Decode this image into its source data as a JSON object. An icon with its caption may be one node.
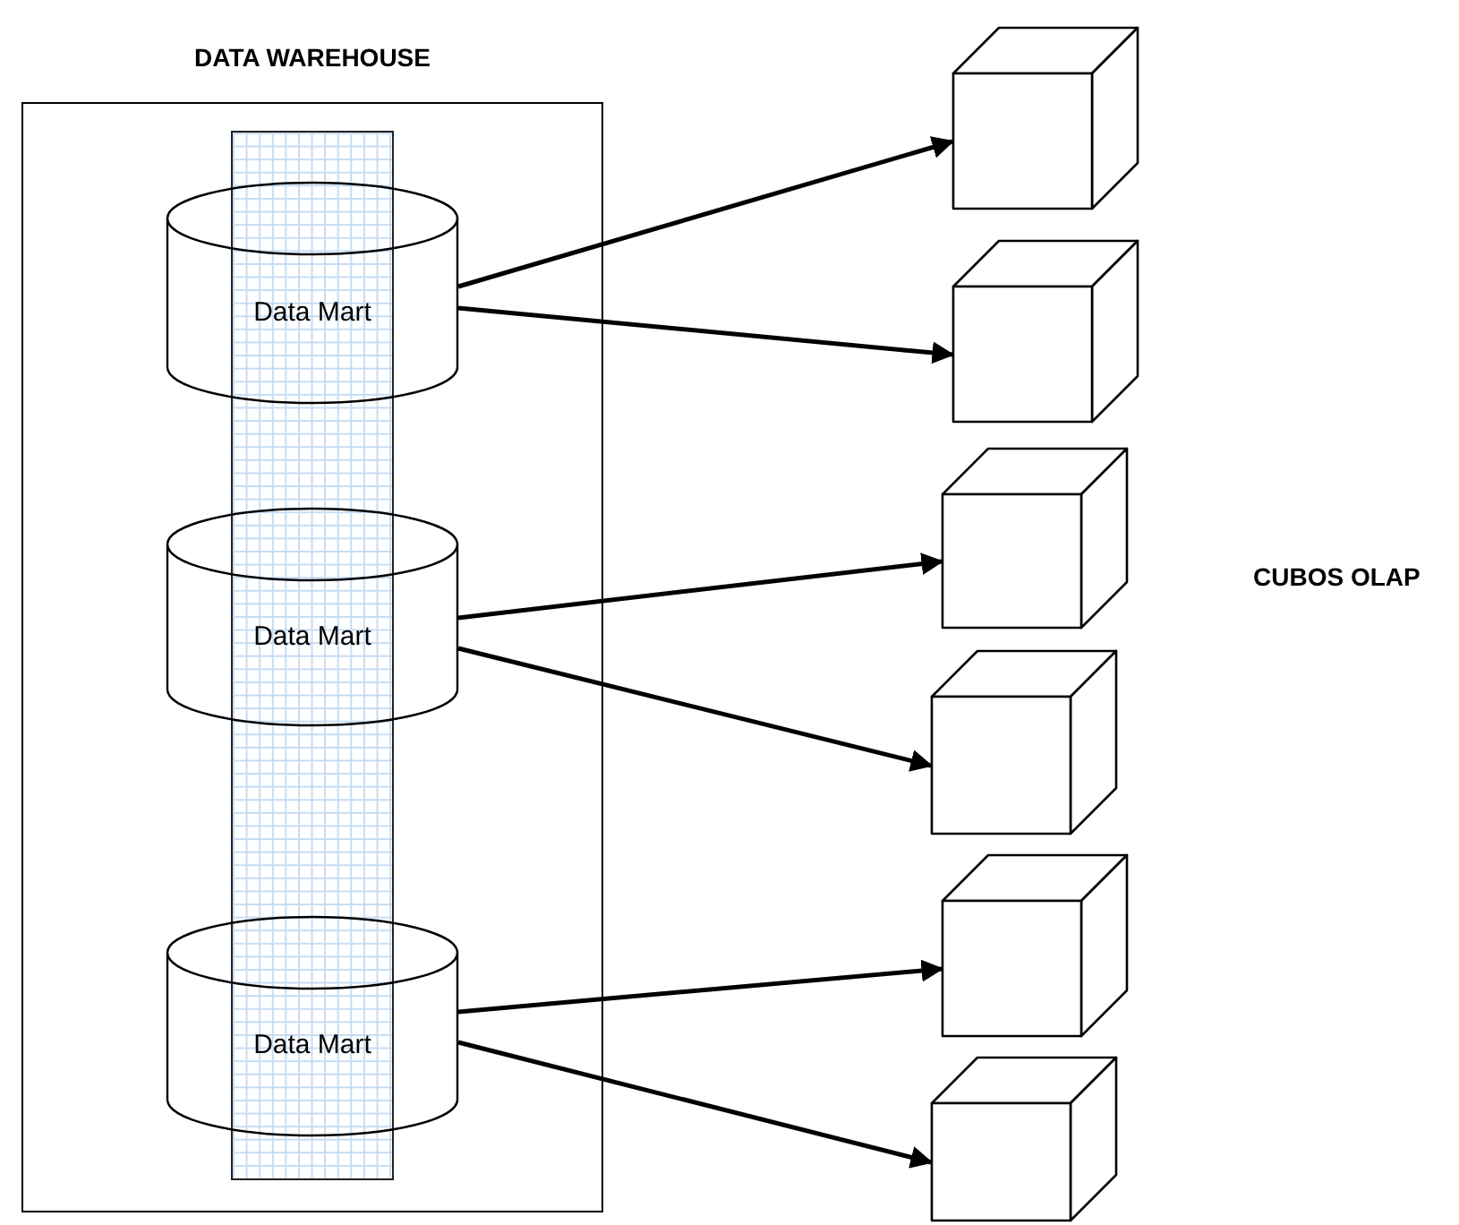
{
  "diagram": {
    "nodes": [
      {
        "text": [
          "DATA WAREHOUSE"
        ]
      },
      {
        "text": [],
        "shape": "bar",
        "in": 0
      },
      {
        "text": [
          "Data Mart"
        ],
        "in": 0
      },
      {
        "text": [
          "Data Mart"
        ],
        "in": 0
      },
      {
        "text": [
          "Data Mart"
        ],
        "in": 0
      },
      {
        "text": [],
        "shape": "cube"
      },
      {
        "text": [],
        "shape": "cube"
      },
      {
        "text": [],
        "shape": "cube"
      },
      {
        "text": [],
        "shape": "cube"
      },
      {
        "text": [],
        "shape": "cube"
      },
      {
        "text": [],
        "shape": "cube"
      }
    ],
    "edges": [
      {
        "from": 2,
        "to": 5,
        "arrow": "to"
      },
      {
        "from": 2,
        "to": 6,
        "arrow": "to"
      },
      {
        "from": 3,
        "to": 7,
        "arrow": "to"
      },
      {
        "from": 3,
        "to": 8,
        "arrow": "to"
      },
      {
        "from": 4,
        "to": 9,
        "arrow": "to"
      },
      {
        "from": 4,
        "to": 10,
        "arrow": "to"
      }
    ],
    "labels": [
      "CUBOS OLAP"
    ]
  }
}
